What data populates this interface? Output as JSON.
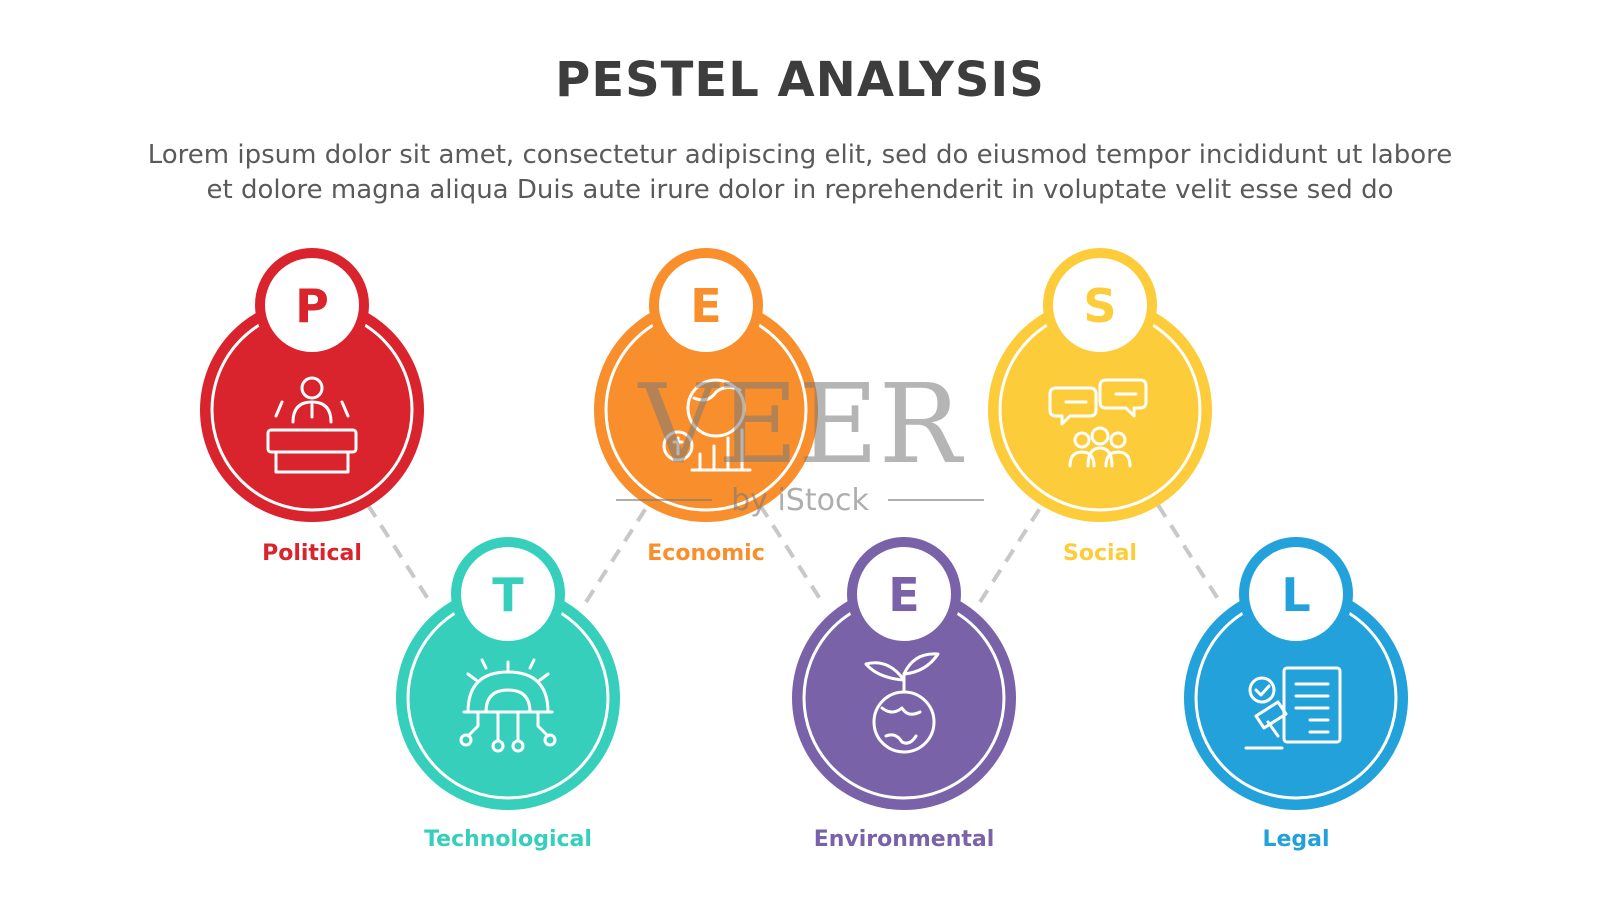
{
  "title": "PESTEL ANALYSIS",
  "subtitle_lines": [
    "Lorem ipsum dolor sit amet, consectetur adipiscing elit, sed do eiusmod tempor incididunt ut labore",
    "et dolore magna aliqua Duis aute irure dolor in reprehenderit in voluptate velit esse sed do"
  ],
  "factors": [
    {
      "letter": "P",
      "label": "Political",
      "color": "#d9232d",
      "icon": "podium-speaker-icon"
    },
    {
      "letter": "T",
      "label": "Technological",
      "color": "#36cfbc",
      "icon": "gear-circuit-icon"
    },
    {
      "letter": "E",
      "label": "Economic",
      "color": "#f98f2c",
      "icon": "economy-chart-globe-icon"
    },
    {
      "letter": "E",
      "label": "Environmental",
      "color": "#7a62a8",
      "icon": "earth-leaves-icon"
    },
    {
      "letter": "S",
      "label": "Social",
      "color": "#fdcc3a",
      "icon": "people-chat-icon"
    },
    {
      "letter": "L",
      "label": "Legal",
      "color": "#22a1db",
      "icon": "gavel-document-icon"
    }
  ],
  "watermark": {
    "main": "VEER",
    "sub": "by iStock"
  }
}
